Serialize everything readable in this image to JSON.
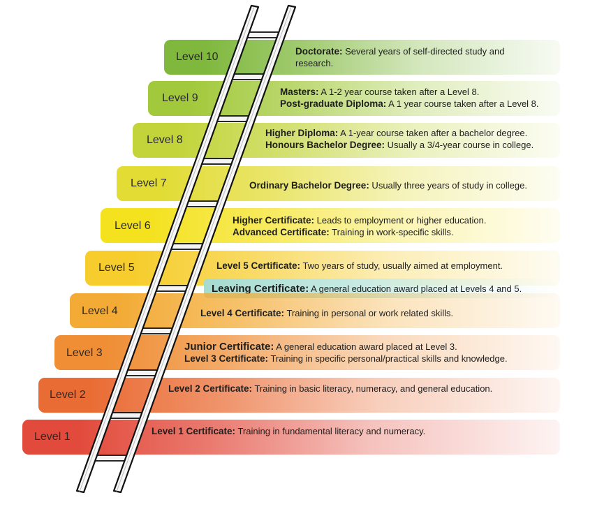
{
  "levels": [
    {
      "label": "Level 10",
      "color": "#7fb83d",
      "lines": [
        {
          "term": "Doctorate:",
          "text": " Several years of self-directed study and"
        },
        {
          "term": "",
          "text": "research."
        }
      ]
    },
    {
      "label": "Level 9",
      "color": "#a2c93b",
      "lines": [
        {
          "term": "Masters:",
          "text": " A 1-2 year course taken after a Level 8."
        },
        {
          "term": "Post-graduate Diploma:",
          "text": " A 1 year course taken after a Level 8."
        }
      ]
    },
    {
      "label": "Level 8",
      "color": "#c2d43a",
      "lines": [
        {
          "term": "Higher Diploma:",
          "text": " A 1-year course taken after a bachelor degree."
        },
        {
          "term": "Honours Bachelor Degree:",
          "text": " Usually a 3/4-year course in college."
        }
      ]
    },
    {
      "label": "Level 7",
      "color": "#e2dc35",
      "lines": [
        {
          "term": "Ordinary Bachelor Degree:",
          "text": " Usually three years of study in college."
        }
      ]
    },
    {
      "label": "Level 6",
      "color": "#f4e21e",
      "lines": [
        {
          "term": "Higher Certificate:",
          "text": " Leads to employment or higher education."
        },
        {
          "term": "Advanced Certificate:",
          "text": " Training in work-specific skills."
        }
      ]
    },
    {
      "label": "Level 5",
      "color": "#f6cd2c",
      "lines": [
        {
          "term": "Level 5 Certificate:",
          "text": " Two years of study, usually aimed at employment."
        }
      ]
    },
    {
      "label": "Level 4",
      "color": "#f3ab36",
      "lines": [
        {
          "term": "Level 4 Certificate:",
          "text": " Training in personal or work related skills."
        }
      ]
    },
    {
      "label": "Level 3",
      "color": "#ef8e35",
      "lines": [
        {
          "term": "Junior Certificate:",
          "text": " A general education award placed at Level 3.",
          "big": true
        },
        {
          "term": "Level 3 Certificate:",
          "text": " Training in specific personal/practical skills and knowledge."
        }
      ]
    },
    {
      "label": "Level 2",
      "color": "#ea6c35",
      "lines": [
        {
          "term": "Level 2 Certificate:",
          "text": " Training in basic literacy, numeracy, and general education."
        }
      ]
    },
    {
      "label": "Level 1",
      "color": "#e24a3b",
      "lines": [
        {
          "term": "Level 1 Certificate:",
          "text": " Training in fundamental literacy and numeracy."
        }
      ]
    }
  ],
  "leaving": {
    "term": "Leaving Certificate:",
    "text": " A general education award placed at Levels 4 and 5.",
    "color": "#a6dbd0"
  }
}
